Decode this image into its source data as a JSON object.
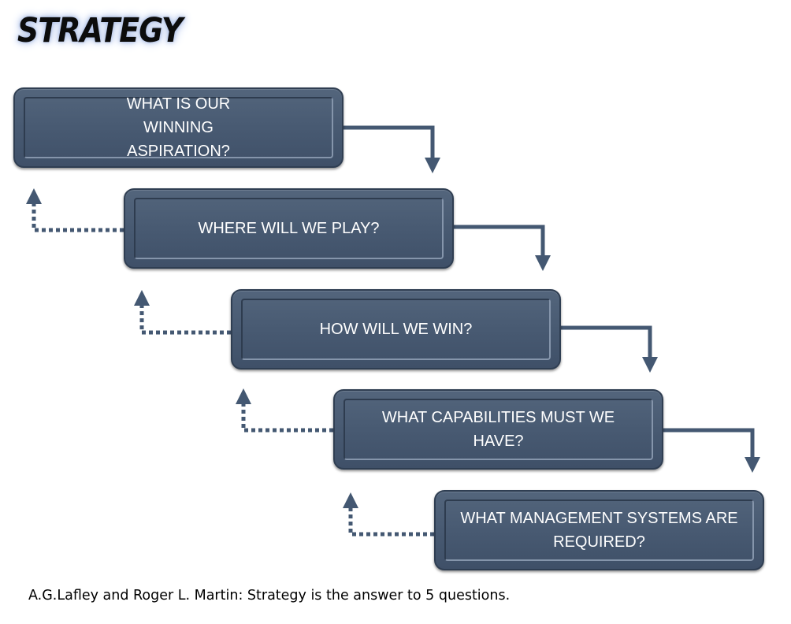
{
  "title": "STRATEGY",
  "steps": [
    {
      "label": "WHAT IS OUR WINNING ASPIRATION?"
    },
    {
      "label": "WHERE WILL WE PLAY?"
    },
    {
      "label": "HOW WILL WE WIN?"
    },
    {
      "label": "WHAT CAPABILITIES MUST WE HAVE?"
    },
    {
      "label": "WHAT MANAGEMENT SYSTEMS ARE REQUIRED?"
    }
  ],
  "caption": "A.G.Lafley and Roger L. Martin: Strategy is the answer to 5 questions.",
  "colors": {
    "box_fill": "#485a72",
    "box_border": "#2f3e52",
    "arrow": "#445872",
    "text": "#ffffff"
  },
  "icons": {
    "forward_connector": "solid-arrow-down-icon",
    "feedback_connector": "dotted-arrow-up-icon"
  }
}
